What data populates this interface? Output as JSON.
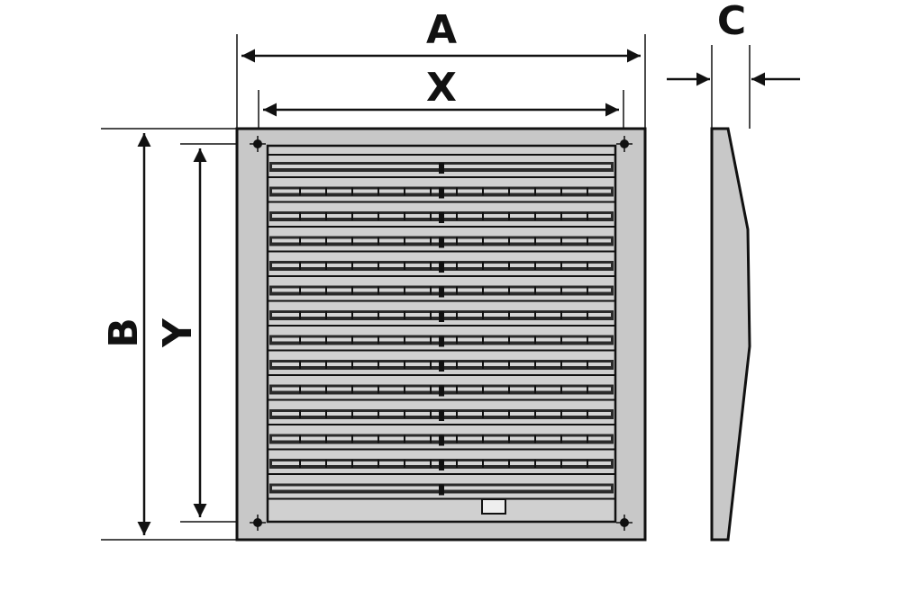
{
  "labels": {
    "A": "A",
    "X": "X",
    "B": "B",
    "Y": "Y",
    "C": "C"
  },
  "colors": {
    "frame": "#c8c8c8",
    "line": "#111111",
    "louver_light": "#d4d4d4",
    "louver_dark": "#2a2a2a"
  }
}
